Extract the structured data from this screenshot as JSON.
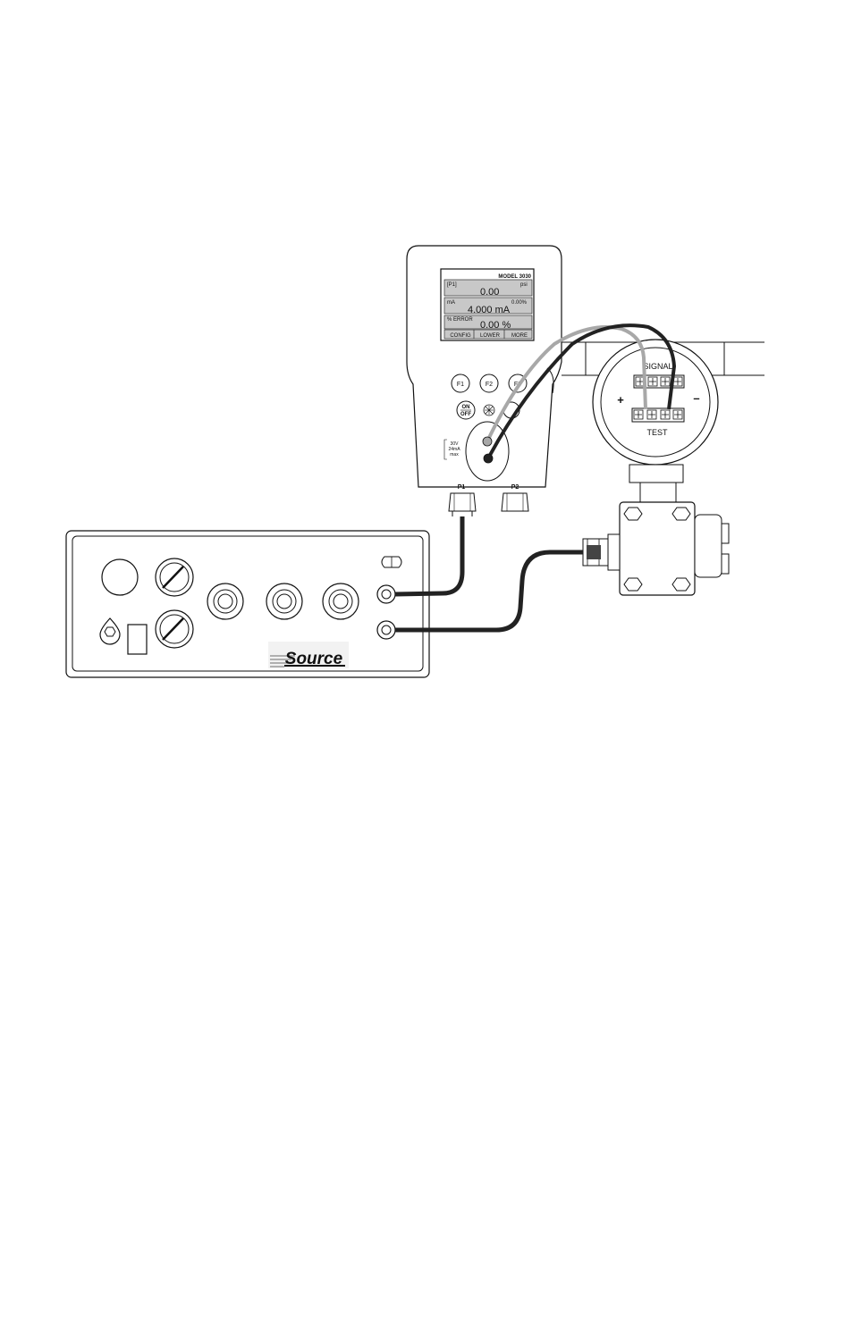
{
  "calibrator": {
    "model": "MODEL 3030",
    "display": {
      "row1_label": "[P1]",
      "row1_unit": "psi",
      "row1_value": "0.00",
      "row2_label": "mA",
      "row2_percent": "0.00%",
      "row2_value": "4.000 mA",
      "row3_label": "% ERROR",
      "row3_value": "0.00 %"
    },
    "softkeys": [
      "CONFIG",
      "LOWER",
      "MORE"
    ],
    "buttons": {
      "f1": "F1",
      "f2": "F2",
      "f3": "F3",
      "on": "ON",
      "off": "OFF"
    },
    "jack_rating": [
      "30V",
      "24mA",
      "max"
    ],
    "ports": {
      "p1": "P1",
      "p2": "P2"
    }
  },
  "transmitter": {
    "signal_label": "SIGNAL",
    "test_label": "TEST",
    "plus_label": "+",
    "minus_label": "–"
  },
  "pressure_source": {
    "logo_text": "Source"
  },
  "colors": {
    "line": "#111111",
    "lcd_background": "#c8c8c8",
    "gray_lead": "#a8a8a8",
    "black_lead": "#222222"
  }
}
